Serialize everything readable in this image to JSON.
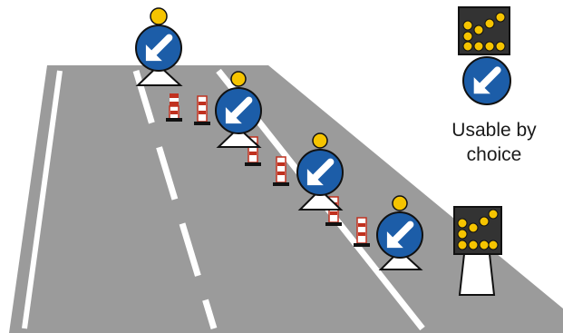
{
  "colors": {
    "road": "#9b9b9b",
    "road_marking": "#ffffff",
    "sign_blue": "#1c5da8",
    "lamp_yellow": "#f6c400",
    "post_red": "#c0311f",
    "panel_dark": "#333333"
  },
  "scene": {
    "arrow_signs": [
      {
        "name": "keep-left-sign-1",
        "icon": "arrow-down-left-icon"
      },
      {
        "name": "keep-left-sign-2",
        "icon": "arrow-down-left-icon"
      },
      {
        "name": "keep-left-sign-3",
        "icon": "arrow-down-left-icon"
      },
      {
        "name": "keep-left-sign-4",
        "icon": "arrow-down-left-icon"
      }
    ],
    "light_panels": [
      {
        "name": "flashing-light-panel-optional",
        "icon": "arrow-down-left-icon"
      },
      {
        "name": "flashing-light-panel-roadside"
      }
    ],
    "delineator_posts": 6
  },
  "caption": {
    "line1": "Usable by",
    "line2": "choice"
  }
}
